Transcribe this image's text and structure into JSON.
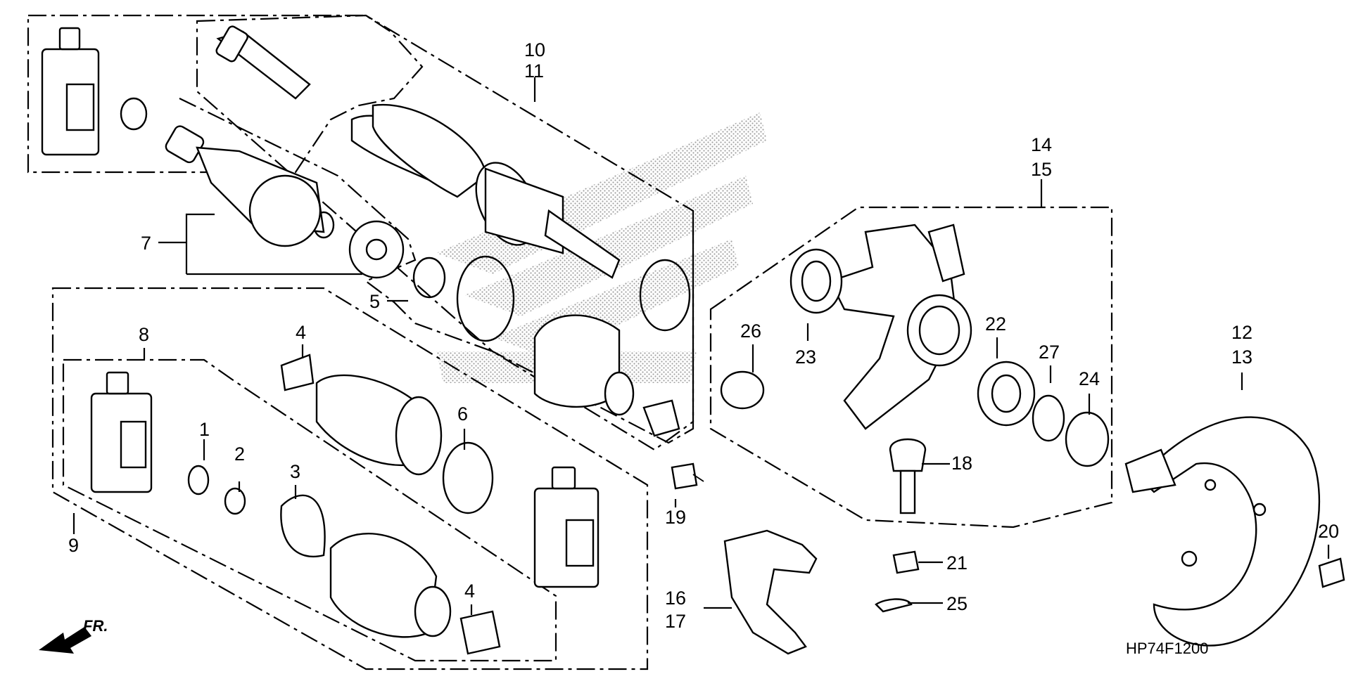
{
  "diagram_code": "HP74F1200",
  "direction_label": "FR.",
  "callouts": [
    "10",
    "11",
    "14",
    "15",
    "7",
    "5",
    "8",
    "4",
    "6",
    "26",
    "22",
    "23",
    "27",
    "24",
    "12",
    "13",
    "1",
    "2",
    "3",
    "18",
    "19",
    "9",
    "20",
    "21",
    "16",
    "17",
    "25",
    "4"
  ]
}
